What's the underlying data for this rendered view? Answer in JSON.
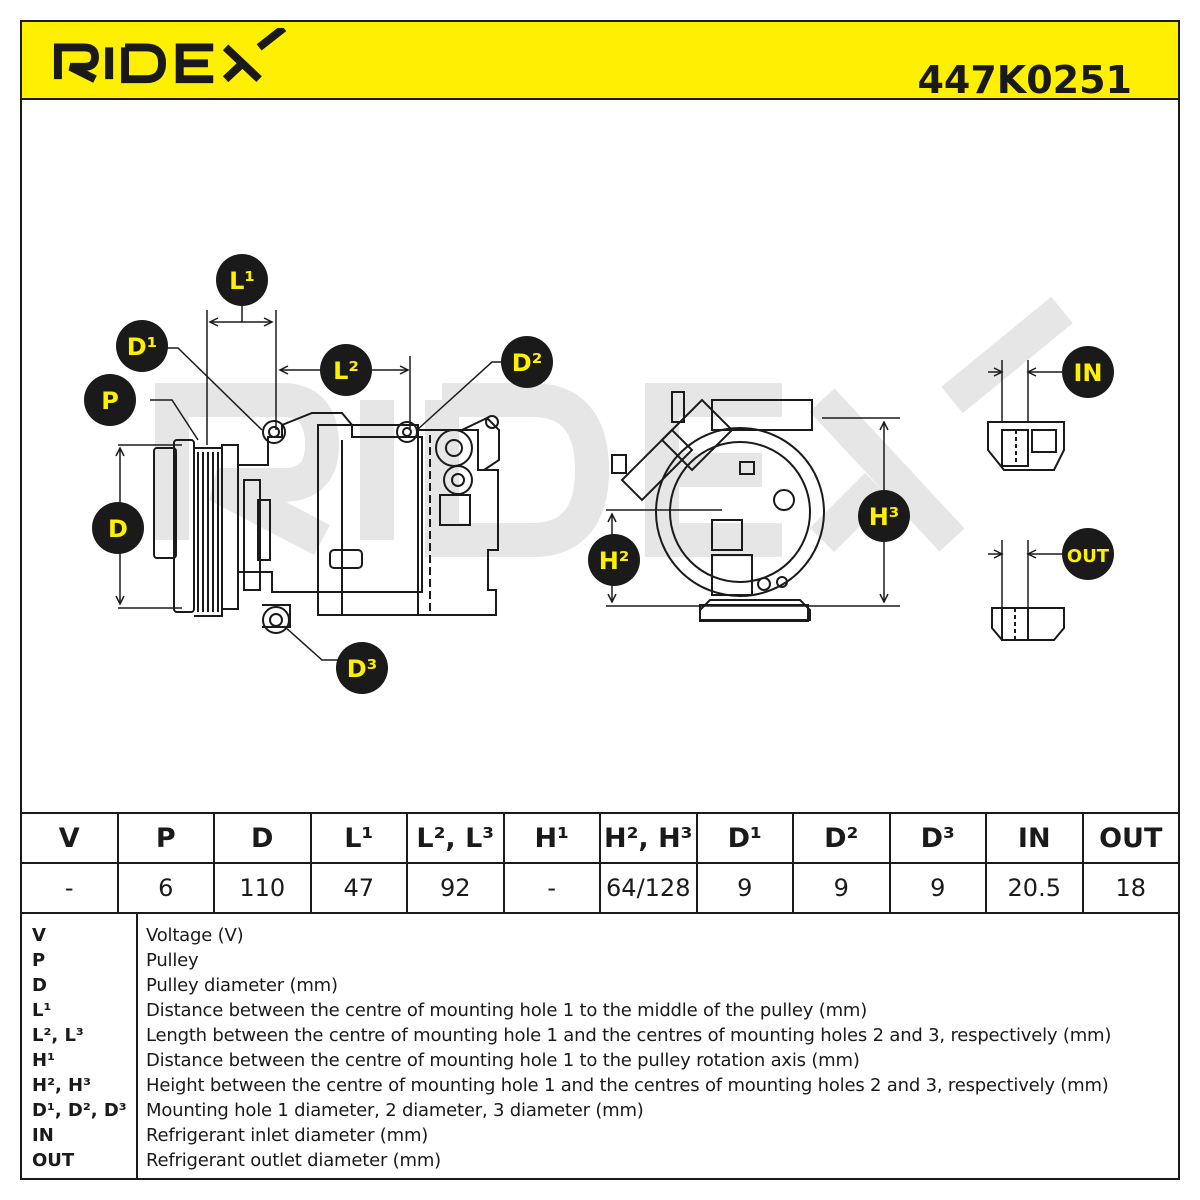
{
  "header": {
    "brand": "RIDEX",
    "part_number": "447K0251",
    "accent_color": "#ffef00"
  },
  "drawing": {
    "watermark": "RIDEX",
    "labels": {
      "L1": "L¹",
      "D1": "D¹",
      "P": "P",
      "D": "D",
      "L2": "L²",
      "D2": "D²",
      "D3": "D³",
      "H2": "H²",
      "H3": "H³",
      "IN": "IN",
      "OUT": "OUT"
    }
  },
  "spec_table": {
    "headers": [
      "V",
      "P",
      "D",
      "L¹",
      "L², L³",
      "H¹",
      "H², H³",
      "D¹",
      "D²",
      "D³",
      "IN",
      "OUT"
    ],
    "values": [
      "-",
      "6",
      "110",
      "47",
      "92",
      "-",
      "64/128",
      "9",
      "9",
      "9",
      "20.5",
      "18"
    ]
  },
  "legend": [
    {
      "key": "V",
      "desc": "Voltage (V)"
    },
    {
      "key": "P",
      "desc": "Pulley"
    },
    {
      "key": "D",
      "desc": "Pulley diameter (mm)"
    },
    {
      "key": "L¹",
      "desc": "Distance between the centre of mounting hole 1 to the middle of the pulley (mm)"
    },
    {
      "key": "L², L³",
      "desc": "Length between the centre of mounting hole 1 and the centres of mounting holes 2 and 3, respectively (mm)"
    },
    {
      "key": "H¹",
      "desc": "Distance between the centre of mounting hole 1 to the pulley rotation axis (mm)"
    },
    {
      "key": "H², H³",
      "desc": "Height between the centre of mounting hole 1 and the centres of mounting holes 2 and 3, respectively (mm)"
    },
    {
      "key": "D¹, D², D³",
      "desc": "Mounting hole 1 diameter, 2 diameter, 3 diameter (mm)"
    },
    {
      "key": "IN",
      "desc": "Refrigerant inlet diameter (mm)"
    },
    {
      "key": "OUT",
      "desc": "Refrigerant outlet diameter (mm)"
    }
  ]
}
